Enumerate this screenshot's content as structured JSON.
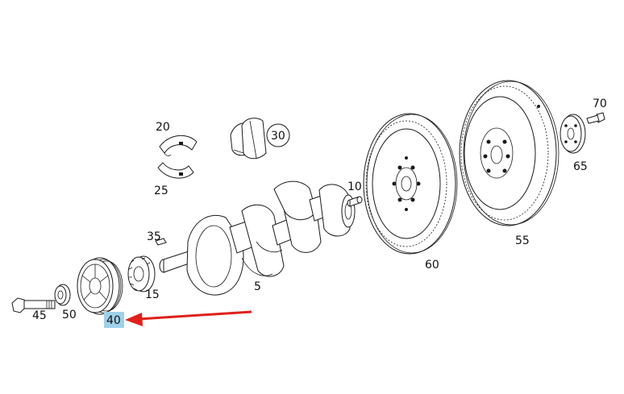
{
  "diagram": {
    "parts": [
      {
        "key": "p5",
        "number": "5"
      },
      {
        "key": "p10",
        "number": "10"
      },
      {
        "key": "p15",
        "number": "15"
      },
      {
        "key": "p20",
        "number": "20"
      },
      {
        "key": "p25",
        "number": "25"
      },
      {
        "key": "p30",
        "number": "30"
      },
      {
        "key": "p35",
        "number": "35"
      },
      {
        "key": "p40",
        "number": "40"
      },
      {
        "key": "p45",
        "number": "45"
      },
      {
        "key": "p50",
        "number": "50"
      },
      {
        "key": "p55",
        "number": "55"
      },
      {
        "key": "p60",
        "number": "60"
      },
      {
        "key": "p65",
        "number": "65"
      },
      {
        "key": "p70",
        "number": "70"
      }
    ],
    "highlighted_part": "40",
    "highlight_color": "#9fd0ea",
    "arrow_color": "#e0201b",
    "line_color": "#1a1a1a"
  }
}
